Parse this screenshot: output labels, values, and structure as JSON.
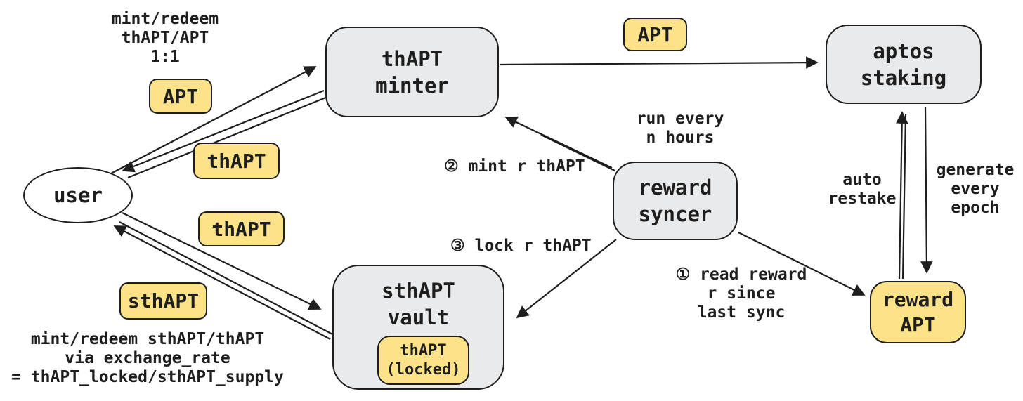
{
  "nodes": {
    "user": {
      "label": "user"
    },
    "thapt_minter": {
      "label": "thAPT\nminter"
    },
    "aptos_staking": {
      "label": "aptos\nstaking"
    },
    "reward_syncer": {
      "label": "reward\nsyncer"
    },
    "sthapt_vault": {
      "label": "sthAPT\nvault"
    },
    "thapt_locked": {
      "label": "thAPT\n(locked)"
    },
    "reward_apt": {
      "label": "reward\nAPT"
    }
  },
  "badges": {
    "apt_user_to_minter": {
      "label": "APT"
    },
    "thapt_minter_to_user": {
      "label": "thAPT"
    },
    "thapt_user_to_vault": {
      "label": "thAPT"
    },
    "sthapt_vault_to_user": {
      "label": "sthAPT"
    },
    "apt_minter_to_staking": {
      "label": "APT"
    }
  },
  "annotations": {
    "mint_redeem_1to1": {
      "text": "mint/redeem\nthAPT/APT\n1:1"
    },
    "run_every_n_hours": {
      "text": "run every\nn hours"
    },
    "step_2_mint": {
      "text": "② mint r thAPT"
    },
    "step_3_lock": {
      "text": "③ lock r thAPT"
    },
    "step_1_read": {
      "text": "① read reward\nr since\nlast sync"
    },
    "auto_restake": {
      "text": "auto\nrestake"
    },
    "generate_every_epoch": {
      "text": "generate\nevery\nepoch"
    },
    "exchange_rate_formula": {
      "text": "mint/redeem sthAPT/thAPT\nvia exchange_rate\n= thAPT_locked/sthAPT_supply"
    }
  },
  "colors": {
    "badge_fill": "#fce38a",
    "node_fill": "#e8eaec",
    "stroke": "#1e1e1e",
    "background": "#ffffff"
  }
}
